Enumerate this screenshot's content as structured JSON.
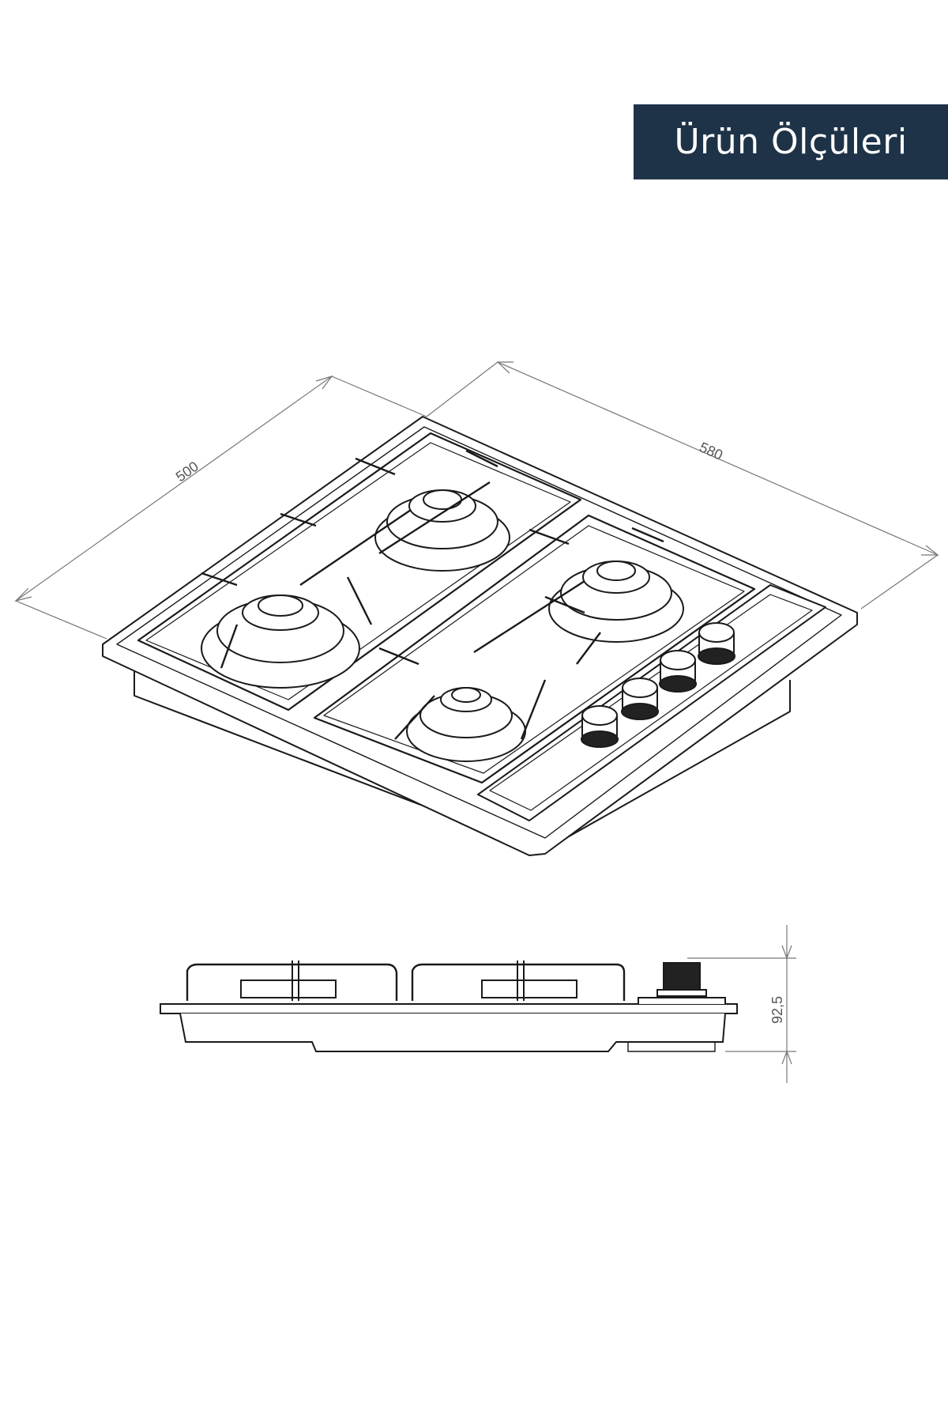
{
  "header": {
    "title": "Ürün Ölçüleri"
  },
  "colors": {
    "badge_bg": "#1e3348",
    "badge_text": "#ffffff",
    "line": "#1a1a1a",
    "dimension": "#666666"
  },
  "dimensions": {
    "depth": "500",
    "width": "580",
    "height": "92,5"
  }
}
